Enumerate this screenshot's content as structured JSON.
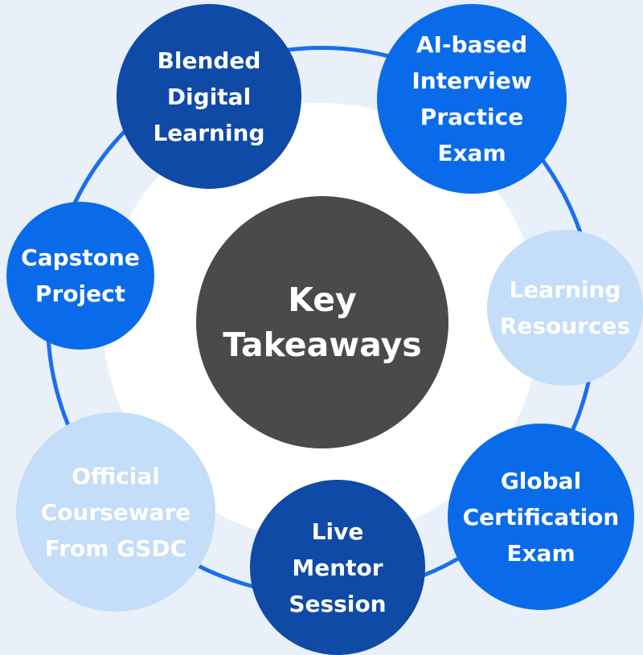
{
  "colors": {
    "background": "#e9f0f9",
    "halo": "#ffffff",
    "ring": "#1a6ef0",
    "center_fill": "#4a4a4a",
    "center_text": "#ffffff",
    "dark_blue": "#0f4aa6",
    "bright_blue": "#0a6bea",
    "light_blue": "#c4ddf8",
    "white_text": "#ffffff"
  },
  "center": {
    "label": "Key\nTakeaways"
  },
  "items": [
    {
      "id": "b-blended",
      "label": "Blended\nDigital\nLearning",
      "tone": "dark_blue"
    },
    {
      "id": "b-ai",
      "label": "AI-based\nInterview\nPractice\nExam",
      "tone": "bright_blue"
    },
    {
      "id": "b-learning",
      "label": "Learning\nResources",
      "tone": "light_blue"
    },
    {
      "id": "b-global",
      "label": "Global\nCertification\nExam",
      "tone": "bright_blue"
    },
    {
      "id": "b-live",
      "label": "Live\nMentor\nSession",
      "tone": "dark_blue"
    },
    {
      "id": "b-official",
      "label": "Official\nCourseware\nFrom GSDC",
      "tone": "light_blue"
    },
    {
      "id": "b-capstone",
      "label": "Capstone\nProject",
      "tone": "bright_blue"
    }
  ]
}
